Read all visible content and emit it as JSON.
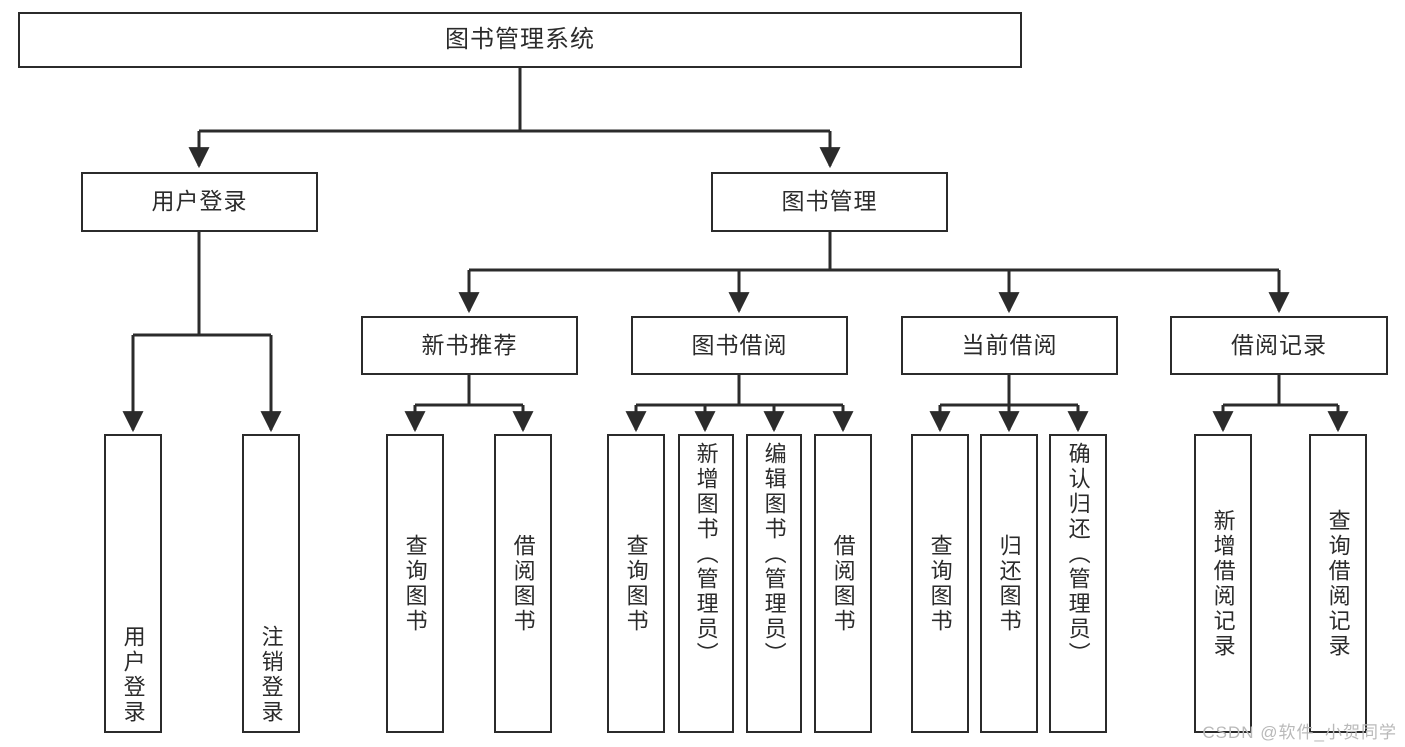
{
  "diagram": {
    "title": "图书管理系统",
    "type": "hierarchy-tree",
    "watermark": "CSDN @软件_小贺同学",
    "colors": {
      "stroke": "#2b2b2b",
      "fill": "#ffffff",
      "watermark": "#b9b9b9"
    },
    "levels": {
      "root": {
        "label": "图书管理系统"
      },
      "level2": [
        {
          "id": "user-login",
          "label": "用户登录"
        },
        {
          "id": "book-manage",
          "label": "图书管理"
        }
      ],
      "level3": [
        {
          "id": "new-book-rec",
          "label": "新书推荐",
          "parent": "book-manage"
        },
        {
          "id": "book-borrow",
          "label": "图书借阅",
          "parent": "book-manage"
        },
        {
          "id": "current-borrow",
          "label": "当前借阅",
          "parent": "book-manage"
        },
        {
          "id": "borrow-record",
          "label": "借阅记录",
          "parent": "book-manage"
        }
      ],
      "leaves": [
        {
          "id": "leaf-user-login",
          "label": "用户登录",
          "parent": "user-login"
        },
        {
          "id": "leaf-logout",
          "label": "注销登录",
          "parent": "user-login"
        },
        {
          "id": "leaf-query-book-1",
          "label": "查询图书",
          "parent": "new-book-rec"
        },
        {
          "id": "leaf-borrow-book-1",
          "label": "借阅图书",
          "parent": "new-book-rec"
        },
        {
          "id": "leaf-query-book-2",
          "label": "查询图书",
          "parent": "book-borrow"
        },
        {
          "id": "leaf-add-book",
          "label": "新增图书（管理员）",
          "parent": "book-borrow"
        },
        {
          "id": "leaf-edit-book",
          "label": "编辑图书（管理员）",
          "parent": "book-borrow"
        },
        {
          "id": "leaf-borrow-book-2",
          "label": "借阅图书",
          "parent": "book-borrow"
        },
        {
          "id": "leaf-query-book-3",
          "label": "查询图书",
          "parent": "current-borrow"
        },
        {
          "id": "leaf-return-book",
          "label": "归还图书",
          "parent": "current-borrow"
        },
        {
          "id": "leaf-confirm-return",
          "label": "确认归还（管理员）",
          "parent": "current-borrow"
        },
        {
          "id": "leaf-add-record",
          "label": "新增借阅记录",
          "parent": "borrow-record"
        },
        {
          "id": "leaf-query-record",
          "label": "查询借阅记录",
          "parent": "borrow-record"
        }
      ]
    }
  }
}
